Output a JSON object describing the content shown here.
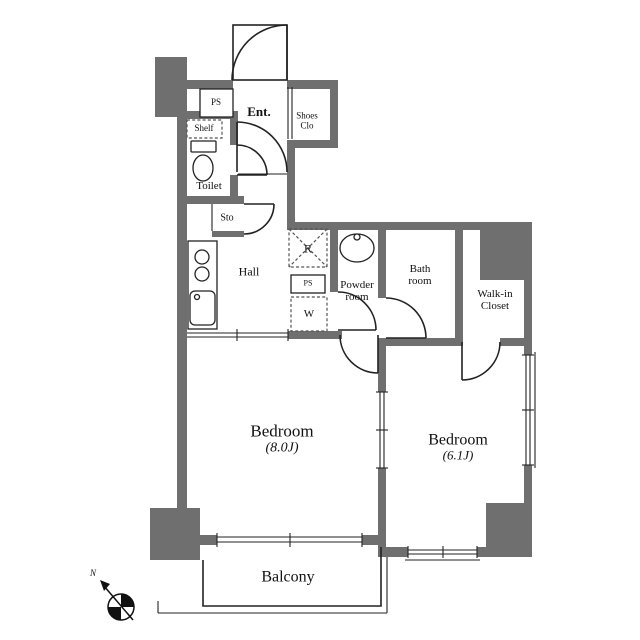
{
  "colors": {
    "wall": "#6f6f6f",
    "line": "#222222",
    "background": "#ffffff"
  },
  "labels": {
    "ent": "Ent.",
    "ps_top": "PS",
    "shoes_line1": "Shoes",
    "shoes_line2": "Clo",
    "shelf": "Shelf",
    "toilet": "Toilet",
    "sto": "Sto",
    "hall": "Hall",
    "fridge": "R",
    "ps_mid": "PS",
    "washer": "W",
    "powder_line1": "Powder",
    "powder_line2": "room",
    "bath_line1": "Bath",
    "bath_line2": "room",
    "walkin_line1": "Walk-in",
    "walkin_line2": "Closet",
    "bedroom_main": "Bedroom",
    "bedroom_main_size": "(8.0J)",
    "bedroom_second": "Bedroom",
    "bedroom_second_size": "(6.1J)",
    "balcony": "Balcony",
    "compass_north": "N"
  }
}
